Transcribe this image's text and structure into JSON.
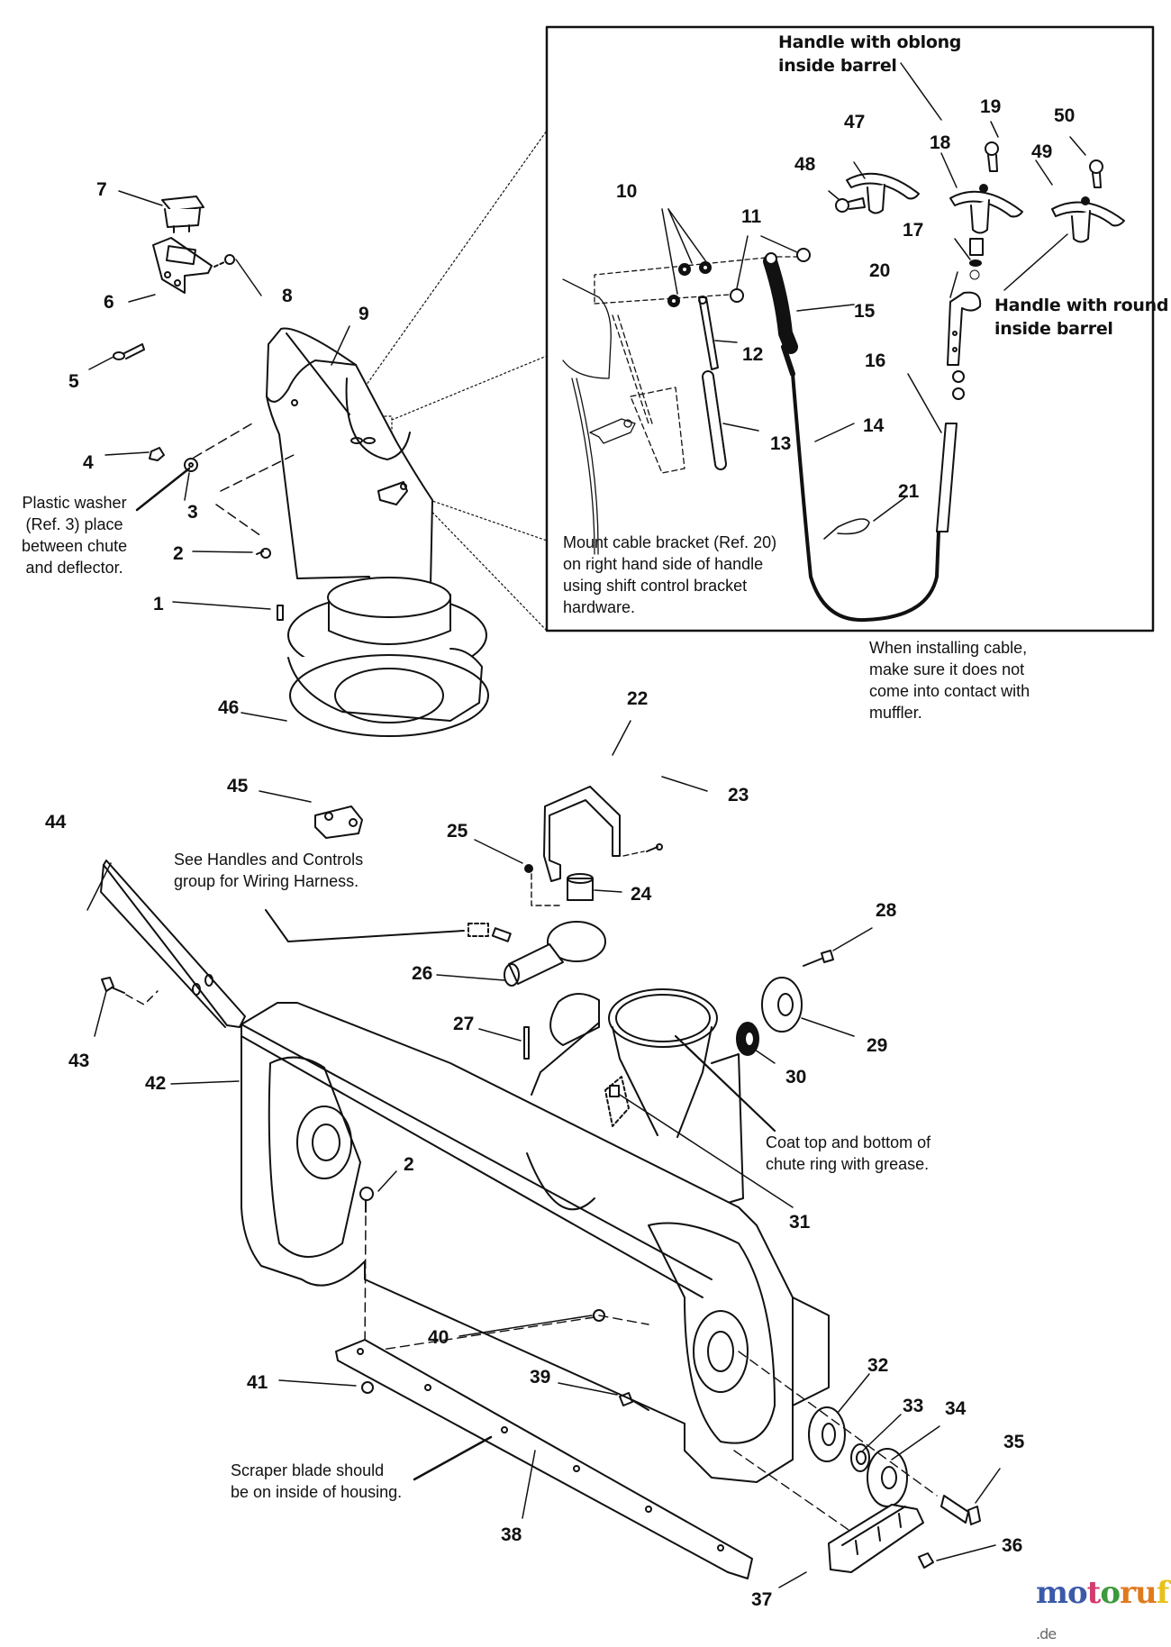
{
  "title": "Snow thrower auger housing & chute — exploded parts diagram",
  "inset": {
    "label_oblong": "Handle with oblong\ninside barrel",
    "label_round": "Handle with round\ninside barrel",
    "note_mount": "Mount cable bracket (Ref. 20)\non right hand side of handle\nusing shift control bracket\nhardware."
  },
  "notes": {
    "cable": "When installing cable,\nmake sure it does not\ncome into contact with\nmuffler.",
    "plastic_washer": "Plastic washer\n(Ref. 3) place\nbetween chute\nand deflector.",
    "wiring": "See Handles and Controls\ngroup for Wiring Harness.",
    "grease": "Coat top and bottom of\nchute ring with grease.",
    "scraper": "Scraper blade should\nbe on inside of housing."
  },
  "callouts": [
    {
      "id": "1",
      "label": "1"
    },
    {
      "id": "2a",
      "label": "2"
    },
    {
      "id": "2b",
      "label": "2"
    },
    {
      "id": "3",
      "label": "3"
    },
    {
      "id": "4",
      "label": "4"
    },
    {
      "id": "5",
      "label": "5"
    },
    {
      "id": "6",
      "label": "6"
    },
    {
      "id": "7",
      "label": "7"
    },
    {
      "id": "8",
      "label": "8"
    },
    {
      "id": "9",
      "label": "9"
    },
    {
      "id": "10",
      "label": "10"
    },
    {
      "id": "11",
      "label": "11"
    },
    {
      "id": "12",
      "label": "12"
    },
    {
      "id": "13",
      "label": "13"
    },
    {
      "id": "14",
      "label": "14"
    },
    {
      "id": "15",
      "label": "15"
    },
    {
      "id": "16",
      "label": "16"
    },
    {
      "id": "17",
      "label": "17"
    },
    {
      "id": "18",
      "label": "18"
    },
    {
      "id": "19",
      "label": "19"
    },
    {
      "id": "20",
      "label": "20"
    },
    {
      "id": "21",
      "label": "21"
    },
    {
      "id": "22",
      "label": "22"
    },
    {
      "id": "23",
      "label": "23"
    },
    {
      "id": "24",
      "label": "24"
    },
    {
      "id": "25",
      "label": "25"
    },
    {
      "id": "26",
      "label": "26"
    },
    {
      "id": "27",
      "label": "27"
    },
    {
      "id": "28",
      "label": "28"
    },
    {
      "id": "29",
      "label": "29"
    },
    {
      "id": "30",
      "label": "30"
    },
    {
      "id": "31",
      "label": "31"
    },
    {
      "id": "32",
      "label": "32"
    },
    {
      "id": "33",
      "label": "33"
    },
    {
      "id": "34",
      "label": "34"
    },
    {
      "id": "35",
      "label": "35"
    },
    {
      "id": "36",
      "label": "36"
    },
    {
      "id": "37",
      "label": "37"
    },
    {
      "id": "38",
      "label": "38"
    },
    {
      "id": "39",
      "label": "39"
    },
    {
      "id": "40",
      "label": "40"
    },
    {
      "id": "41",
      "label": "41"
    },
    {
      "id": "42",
      "label": "42"
    },
    {
      "id": "43",
      "label": "43"
    },
    {
      "id": "44",
      "label": "44"
    },
    {
      "id": "45",
      "label": "45"
    },
    {
      "id": "46",
      "label": "46"
    },
    {
      "id": "47",
      "label": "47"
    },
    {
      "id": "48",
      "label": "48"
    },
    {
      "id": "49",
      "label": "49"
    },
    {
      "id": "50",
      "label": "50"
    }
  ],
  "watermark": {
    "letters": [
      {
        "ch": "m",
        "color": "#3b5aa8"
      },
      {
        "ch": "o",
        "color": "#3b5aa8"
      },
      {
        "ch": "t",
        "color": "#d23c6e"
      },
      {
        "ch": "o",
        "color": "#3c9a3c"
      },
      {
        "ch": "r",
        "color": "#e07a1e"
      },
      {
        "ch": "u",
        "color": "#e07a1e"
      },
      {
        "ch": "f",
        "color": "#e8c21a"
      }
    ],
    "tld": ".de"
  }
}
